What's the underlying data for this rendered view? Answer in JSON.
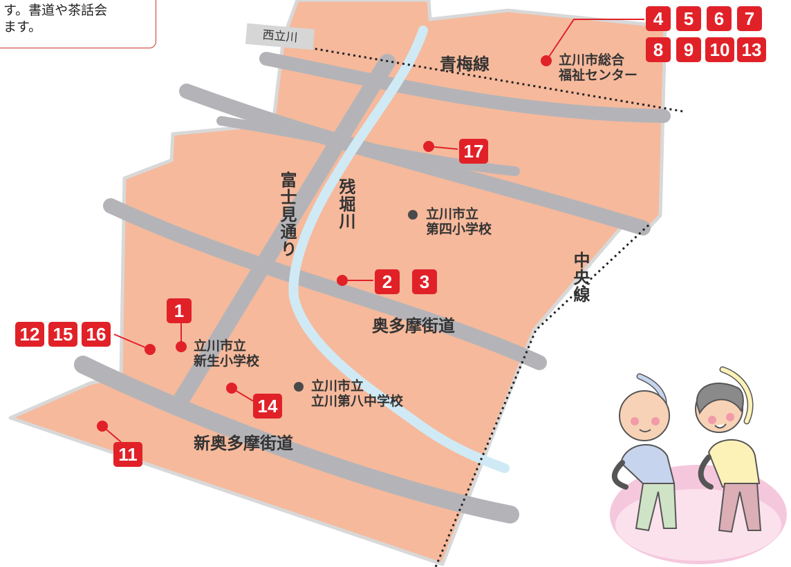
{
  "callout": {
    "line1": "す。書道や茶話会",
    "line2": "ます。"
  },
  "rivers": {
    "nishi_tachikawa": "西立川",
    "zanbori": "残堀川"
  },
  "rail_lines": {
    "ome": "青梅線",
    "chuo": "中央線"
  },
  "roads": {
    "fujimi": "富士見通り",
    "okutama": "奥多摩街道",
    "shin_okutama": "新奥多摩街道"
  },
  "places": {
    "welfare_center": {
      "line1": "立川市総合",
      "line2": "福祉センター"
    },
    "daiyon": {
      "line1": "立川市立",
      "line2": "第四小学校"
    },
    "shinsei": {
      "line1": "立川市立",
      "line2": "新生小学校"
    },
    "daihachi": {
      "line1": "立川市立",
      "line2": "立川第八中学校"
    }
  },
  "markers": {
    "m1": "1",
    "m2": "2",
    "m3": "3",
    "m4": "4",
    "m5": "5",
    "m6": "6",
    "m7": "7",
    "m8": "8",
    "m9": "9",
    "m10": "10",
    "m11": "11",
    "m12": "12",
    "m13": "13",
    "m14": "14",
    "m15": "15",
    "m16": "16",
    "m17": "17"
  },
  "colors": {
    "district_fill": "#f6b99c",
    "road_gray": "#b4b4b8",
    "river_blue": "#cfeaf5",
    "marker_red": "#e12128",
    "school_dot": "#4a4a4a"
  },
  "icons": {
    "exercise_illustration": "elderly-couple-stretching-illustration"
  }
}
